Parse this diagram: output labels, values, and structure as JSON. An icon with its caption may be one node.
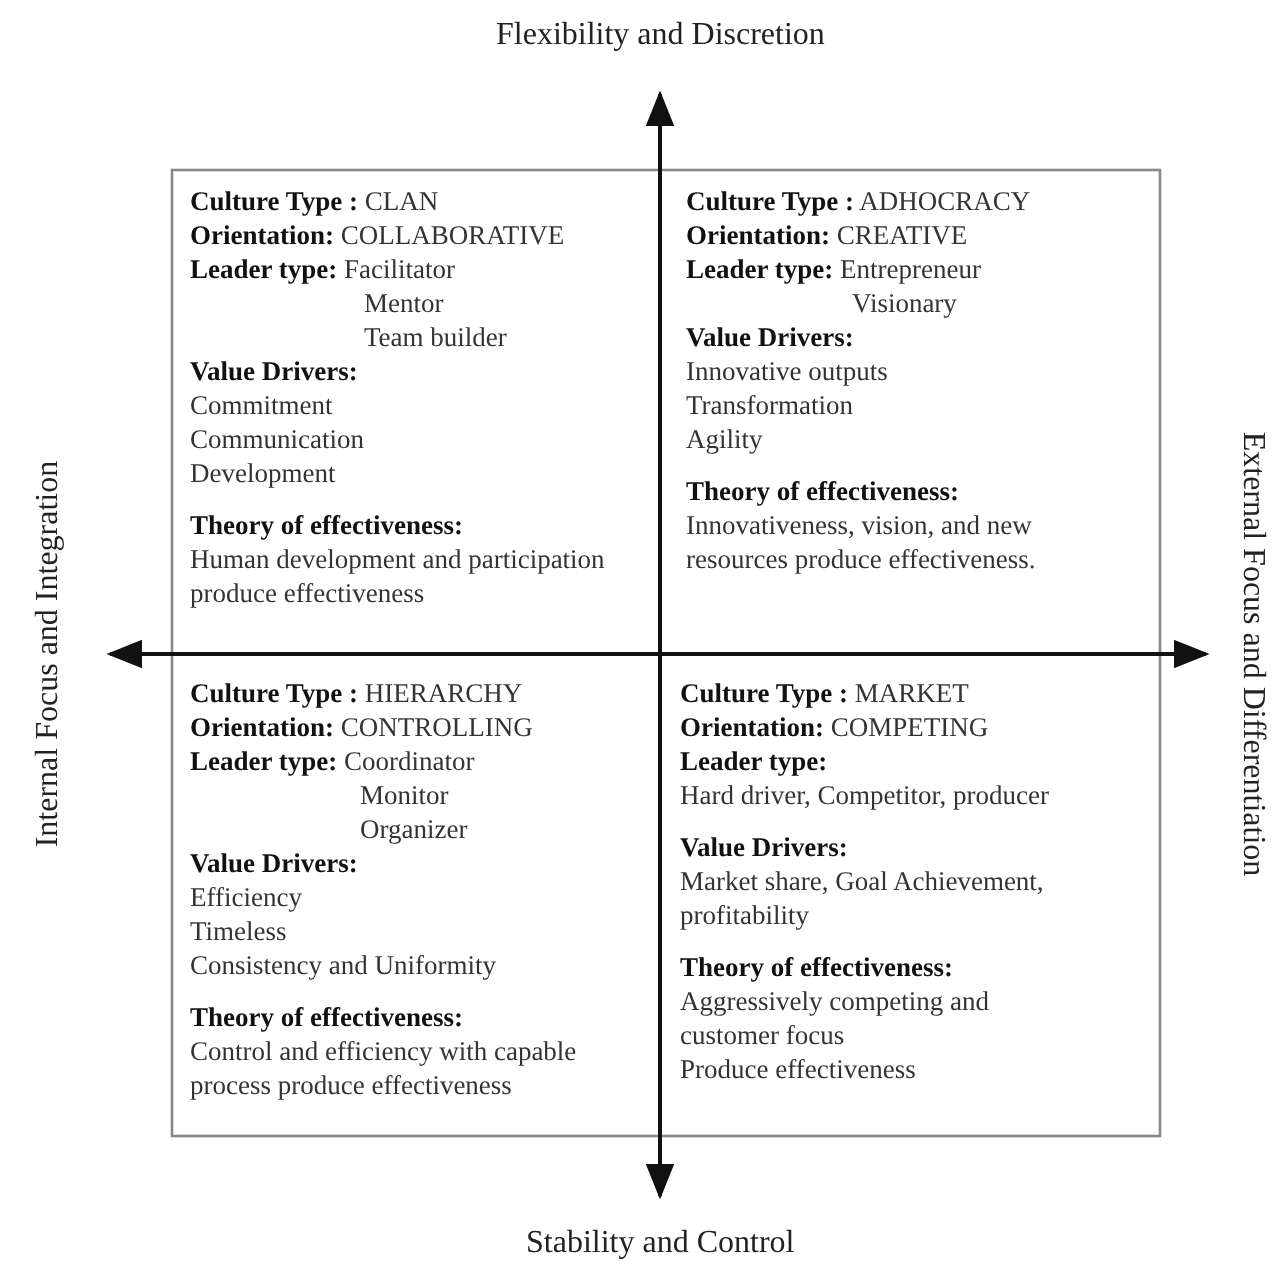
{
  "diagram": {
    "nodes": [
      {
        "text": [
          "**Culture Type :** CLAN",
          "**Orientation:** COLLABORATIVE",
          "**Leader type:** Facilitator",
          "Mentor",
          "Team builder",
          "Value Drivers:",
          "Commitment",
          "Communication",
          "Development",
          "Theory of effectiveness:",
          "Human development and participation produce effectiveness"
        ]
      },
      {
        "text": [
          "**Culture Type :** ADHOCRACY",
          "**Orientation:** CREATIVE",
          "**Leader type:** Entrepreneur",
          "Visionary",
          "Value Drivers:",
          "Innovative outputs",
          "Transformation",
          "Agility",
          "Theory of effectiveness:",
          "Innovativeness, vision, and new resources produce effectiveness."
        ]
      },
      {
        "text": [
          "**Culture Type :** HIERARCHY",
          "**Orientation:** CONTROLLING",
          "**Leader type:** Coordinator",
          "Monitor",
          "Organizer",
          "Value Drivers:",
          "Efficiency",
          "Timeless",
          "Consistency and Uniformity",
          "Theory of effectiveness:",
          "Control and efficiency with capable process produce effectiveness"
        ]
      },
      {
        "text": [
          "**Culture Type :** MARKET",
          "**Orientation:** COMPETING",
          "Leader type:",
          "Hard driver, Competitor, producer",
          "Value Drivers:",
          "Market share, Goal Achievement, profitability",
          "Theory of effectiveness:",
          "Aggressively competing and customer focus",
          "Produce effectiveness"
        ]
      }
    ],
    "edges": [],
    "labels": [
      "Flexibility and Discretion",
      "Internal Focus and Integration",
      "External Focus and Differentiation",
      "Stability and Control"
    ]
  }
}
